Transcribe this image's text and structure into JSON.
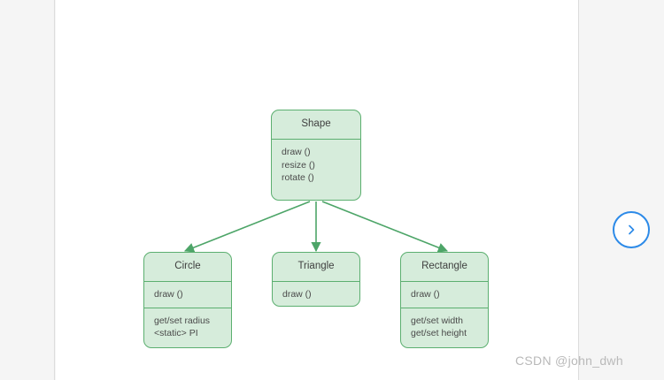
{
  "page": {
    "canvas_background": "#ffffff",
    "margin_background": "#f5f5f5"
  },
  "diagram": {
    "type": "uml-class-diagram",
    "edge_color": "#4da568",
    "box_fill": "#d6ecdb",
    "box_border": "#5caf70",
    "classes": [
      {
        "id": "shape",
        "name": "Shape",
        "role": "superclass",
        "compartments": [
          [
            "draw ()",
            "resize ()",
            "rotate ()"
          ]
        ]
      },
      {
        "id": "circle",
        "name": "Circle",
        "role": "subclass",
        "compartments": [
          [
            "draw ()"
          ],
          [
            "get/set radius",
            "<static> PI"
          ]
        ]
      },
      {
        "id": "triangle",
        "name": "Triangle",
        "role": "subclass",
        "compartments": [
          [
            "draw ()"
          ]
        ]
      },
      {
        "id": "rectangle",
        "name": "Rectangle",
        "role": "subclass",
        "compartments": [
          [
            "draw ()"
          ],
          [
            "get/set width",
            "get/set height"
          ]
        ]
      }
    ],
    "edges": [
      {
        "from": "shape",
        "to": "circle",
        "style": "solid-arrow"
      },
      {
        "from": "shape",
        "to": "triangle",
        "style": "solid-arrow"
      },
      {
        "from": "shape",
        "to": "rectangle",
        "style": "solid-arrow"
      }
    ]
  },
  "controls": {
    "next_button": {
      "icon": "chevron-right-icon",
      "accent_color": "#2c8ae8"
    }
  },
  "watermark": {
    "text": "CSDN @john_dwh",
    "color": "#b9b9b9"
  }
}
